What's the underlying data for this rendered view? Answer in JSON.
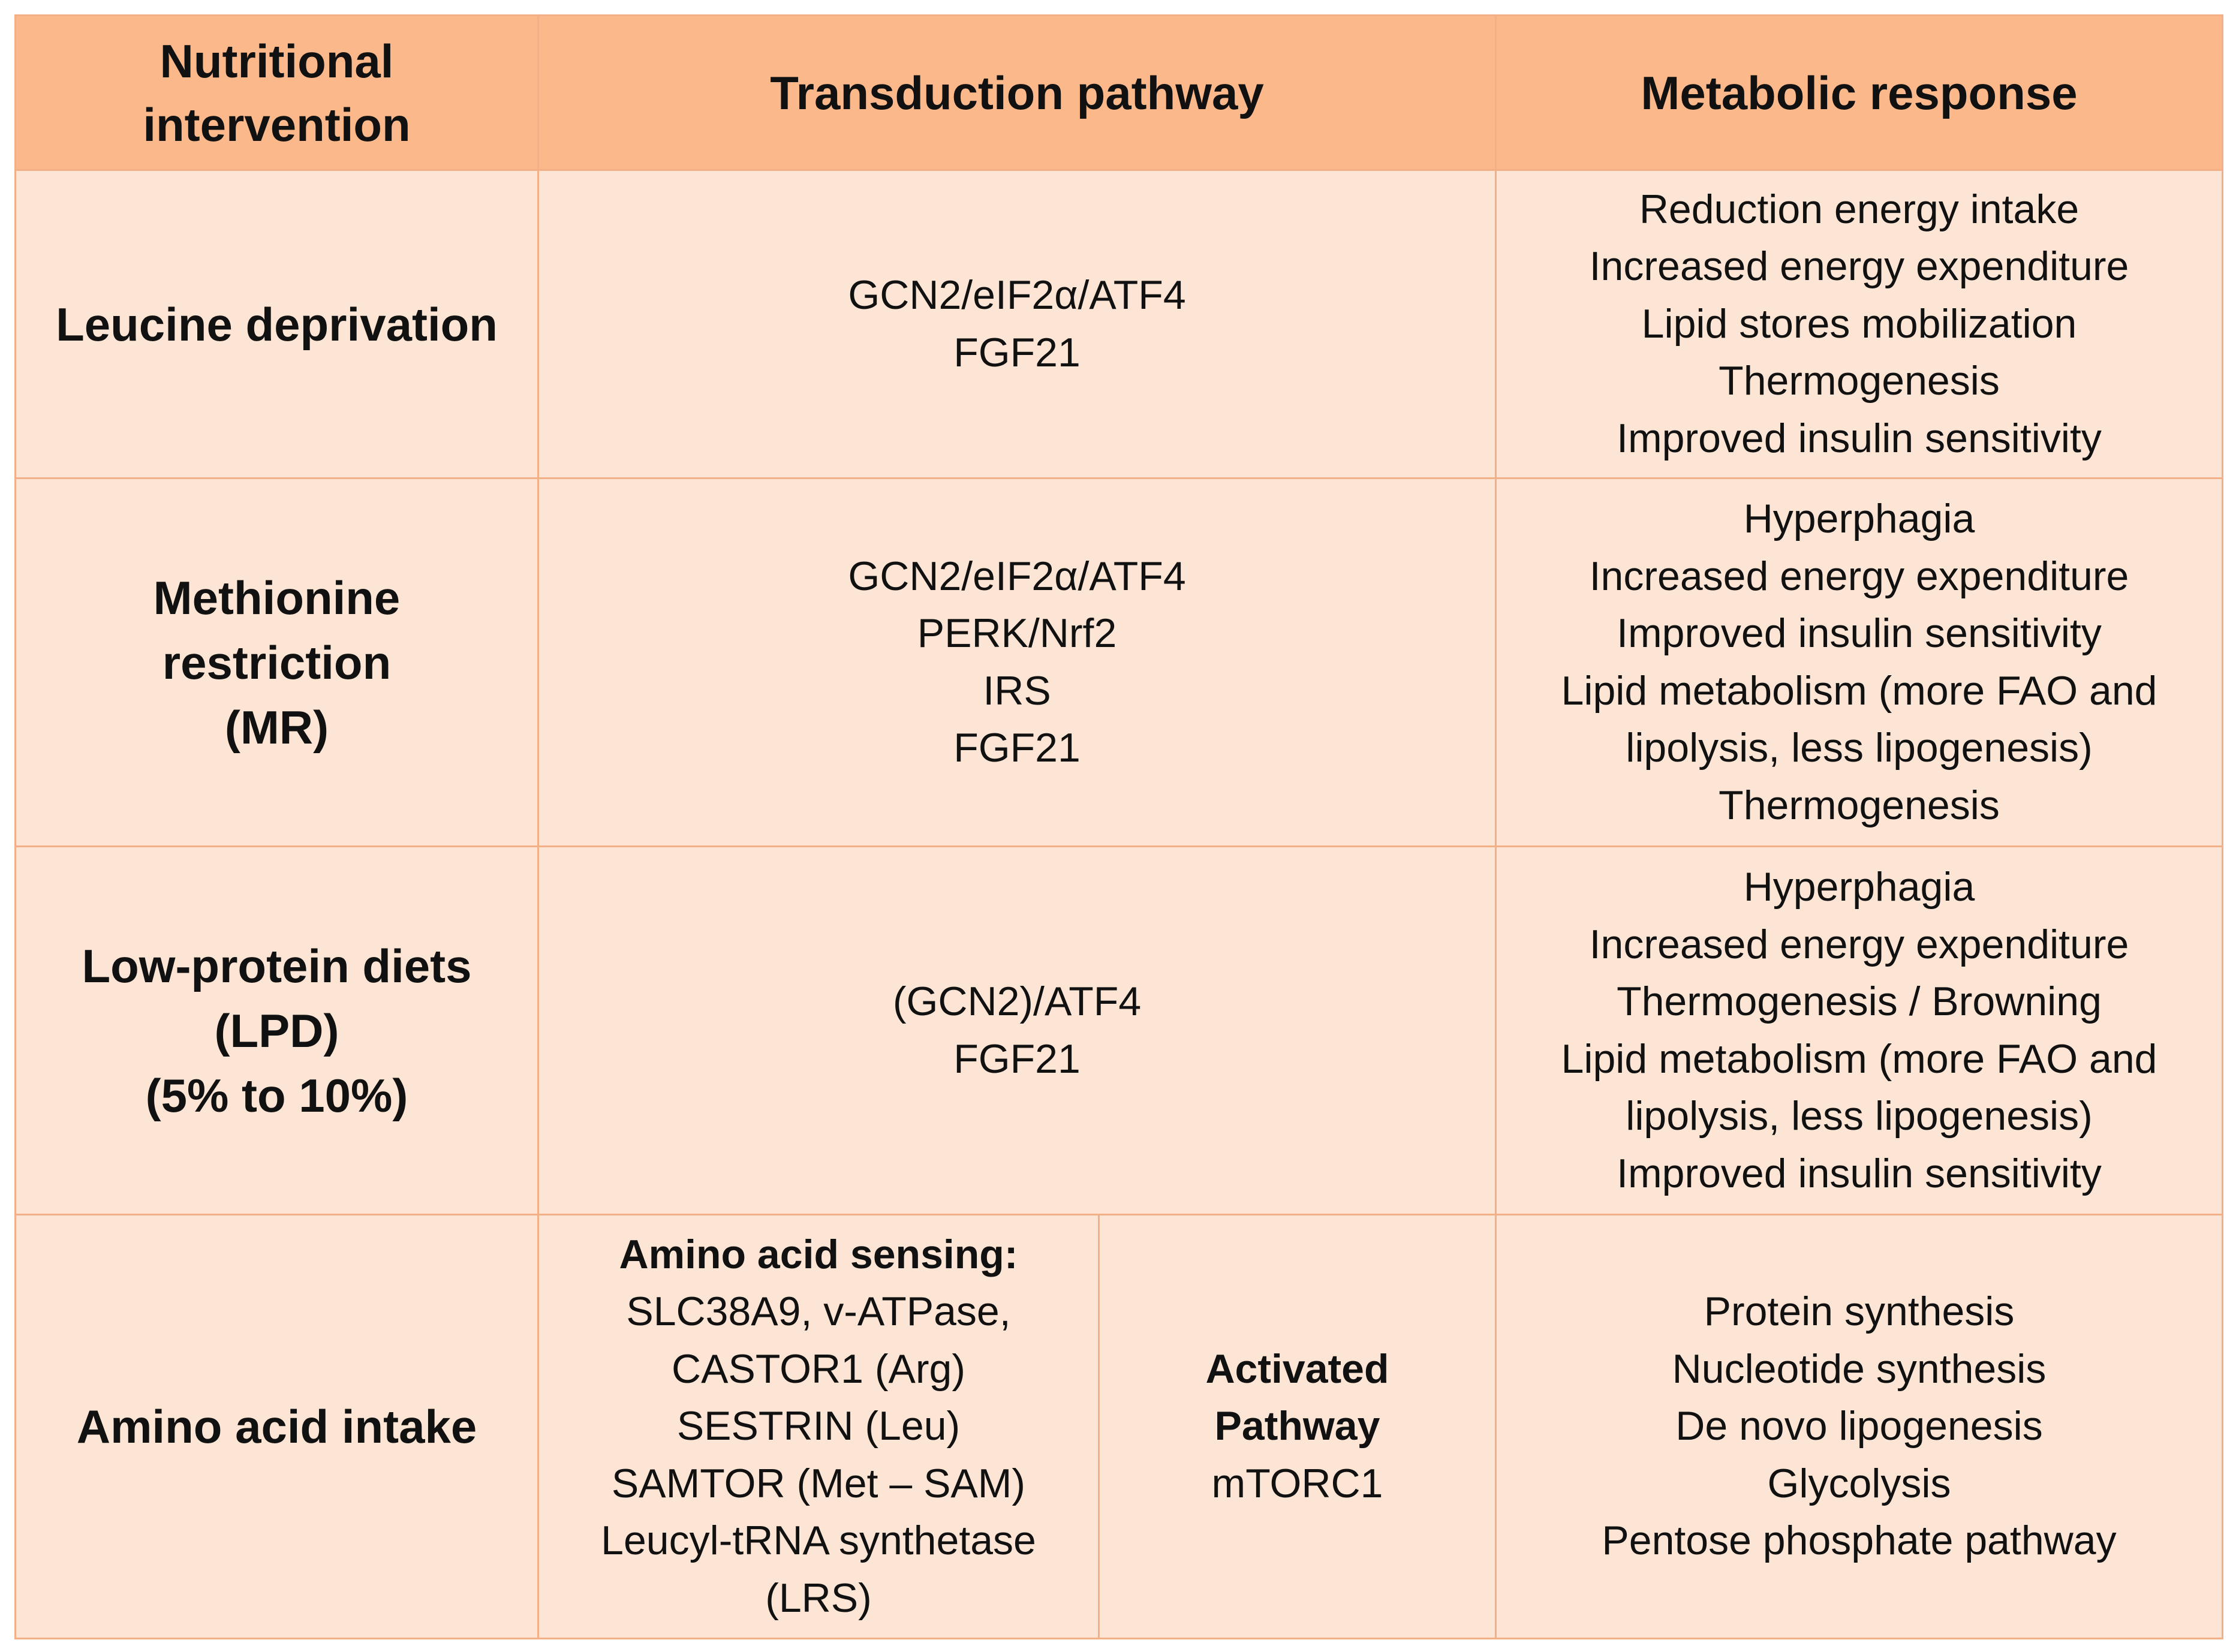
{
  "header": {
    "col1": [
      "Nutritional",
      "intervention"
    ],
    "col2": [
      "Transduction pathway"
    ],
    "col3": [
      "Metabolic response"
    ]
  },
  "rows": [
    {
      "intervention": [
        "Leucine deprivation"
      ],
      "pathway": [
        "GCN2/eIF2α/ATF4",
        "FGF21"
      ],
      "response": [
        "Reduction energy intake",
        "Increased energy expenditure",
        "Lipid stores mobilization",
        "Thermogenesis",
        "Improved insulin sensitivity"
      ]
    },
    {
      "intervention": [
        "Methionine",
        "restriction",
        "(MR)"
      ],
      "pathway": [
        "GCN2/eIF2α/ATF4",
        "PERK/Nrf2",
        "IRS",
        "FGF21"
      ],
      "response": [
        "Hyperphagia",
        "Increased energy expenditure",
        "Improved insulin sensitivity",
        "Lipid metabolism (more FAO and",
        "lipolysis, less lipogenesis)",
        "Thermogenesis"
      ]
    },
    {
      "intervention": [
        "Low-protein diets",
        "(LPD)",
        "(5% to 10%)"
      ],
      "pathway": [
        "(GCN2)/ATF4",
        "FGF21"
      ],
      "response": [
        "Hyperphagia",
        "Increased energy expenditure",
        "Thermogenesis / Browning",
        "Lipid metabolism (more FAO and",
        "lipolysis, less lipogenesis)",
        "Improved insulin sensitivity"
      ]
    },
    {
      "intervention": [
        "Amino acid intake"
      ],
      "sensing_title": "Amino acid sensing:",
      "sensing": [
        "SLC38A9, v-ATPase,",
        "CASTOR1 (Arg)",
        "SESTRIN (Leu)",
        "SAMTOR (Met – SAM)",
        "Leucyl-tRNA synthetase",
        "(LRS)"
      ],
      "activated_title": [
        "Activated",
        "Pathway"
      ],
      "activated": [
        "mTORC1"
      ],
      "response": [
        "Protein synthesis",
        "Nucleotide synthesis",
        "De novo lipogenesis",
        "Glycolysis",
        "Pentose phosphate pathway"
      ]
    }
  ]
}
